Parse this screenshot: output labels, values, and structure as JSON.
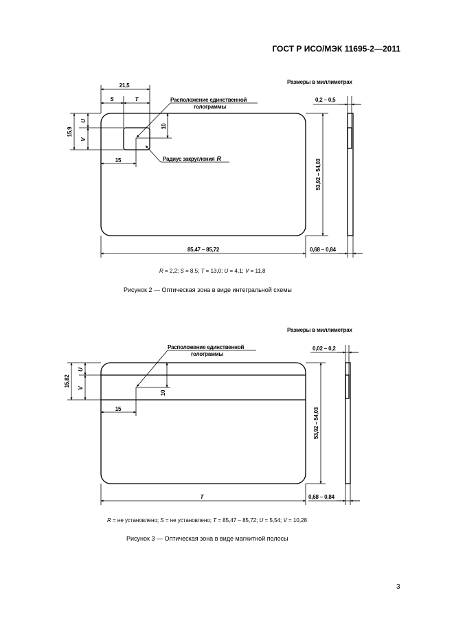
{
  "header": {
    "standard": "ГОСТ Р ИСО/МЭК 11695-2—2011"
  },
  "figure2": {
    "units_note": "Размеры в миллиметрах",
    "dim_top_width": "21,5",
    "label_s": "S",
    "label_t": "T",
    "label_u": "U",
    "label_v": "V",
    "dim_left_height": "15,9",
    "dim_10": "10",
    "dim_15": "15",
    "hologram_label_line1": "Расположение единственной",
    "hologram_label_line2": "голограммы",
    "radius_label": "Радиус закругления",
    "radius_symbol": "R",
    "card_height": "53,92 – 54,03",
    "card_width": "85,47 – 85,72",
    "thickness": "0,68 – 0,84",
    "hologram_thickness": "0,2 – 0,5",
    "params": {
      "r_sym": "R",
      "r_val": " = 2,2; ",
      "s_sym": "S",
      "s_val": " = 8,5; ",
      "t_sym": "T",
      "t_val": " = 13,0; ",
      "u_sym": "U",
      "u_val": " = 4,1; ",
      "v_sym": "V",
      "v_val": " = 11,8"
    },
    "caption": "Рисунок 2 — Оптическая зона в виде интегральной схемы"
  },
  "figure3": {
    "units_note": "Размеры в миллиметрах",
    "label_u": "U",
    "label_v": "V",
    "dim_left_height": "15,82",
    "dim_10": "10",
    "dim_15": "15",
    "hologram_label_line1": "Расположение единственной",
    "hologram_label_line2": "голограммы",
    "card_height": "53,92 – 54,03",
    "width_symbol": "T",
    "thickness": "0,68 – 0,84",
    "hologram_thickness": "0,02 – 0,2",
    "params": {
      "r_sym": "R",
      "r_val": " = не установлено; ",
      "s_sym": "S",
      "s_val": " = не установлено; ",
      "t_sym": "T",
      "t_val": " = 85,47 – 85,72; ",
      "u_sym": "U",
      "u_val": " = 5,54; ",
      "v_sym": "V",
      "v_val": " = 10,28"
    },
    "caption": "Рисунок 3 — Оптическая зона в виде магнитной полосы"
  },
  "footer": {
    "page_number": "3"
  }
}
